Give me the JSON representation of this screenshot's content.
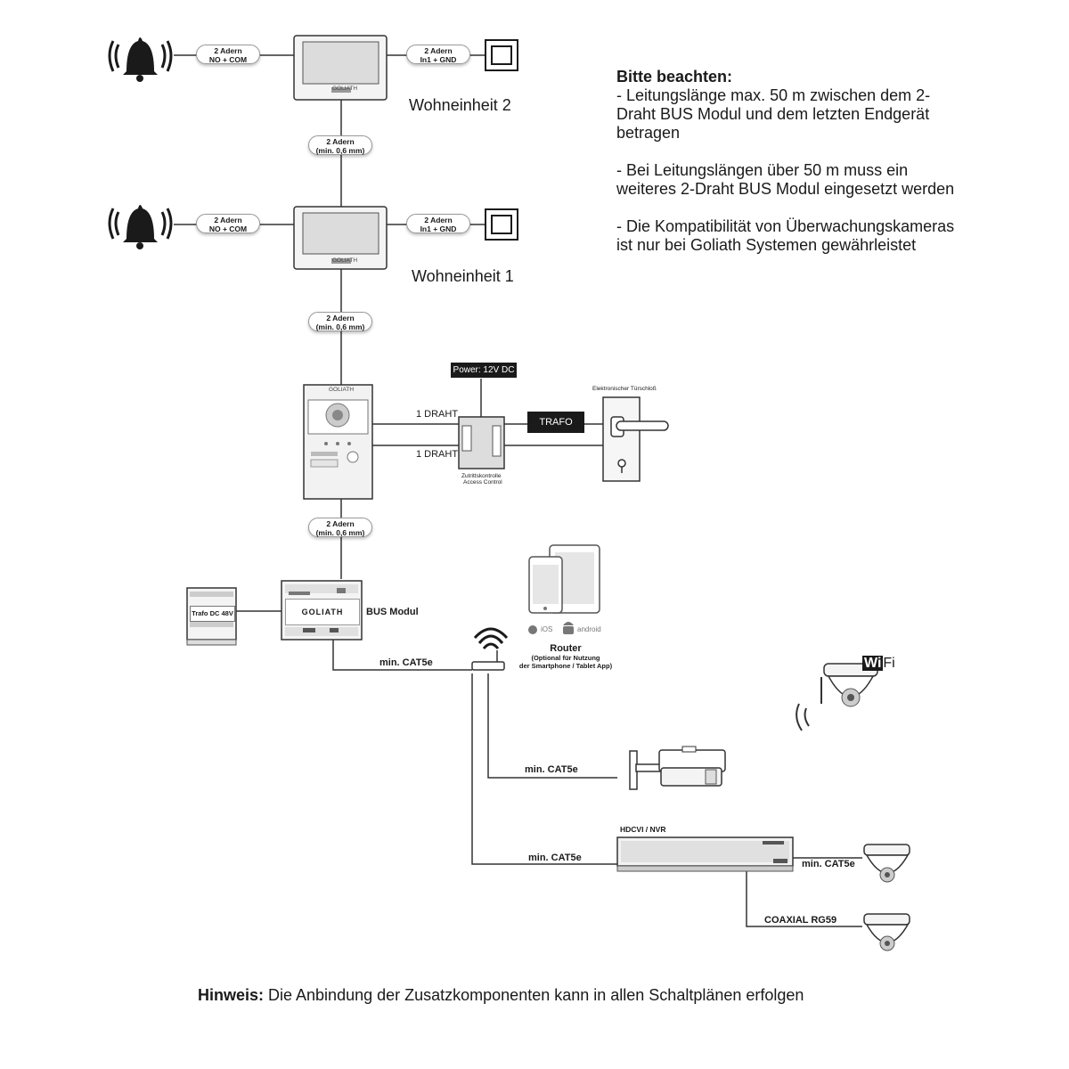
{
  "notes": {
    "heading": "Bitte beachten:",
    "items": [
      "- Leitungslänge max. 50 m zwischen dem 2-Draht BUS Modul und dem letzten Endgerät betragen",
      "- Bei Leitungslängen über 50 m muss ein weiteres 2-Draht BUS Modul eingesetzt werden",
      "- Die Kompatibilität von Überwachungskameras ist nur bei Goliath Systemen gewährleistet"
    ]
  },
  "units": {
    "unit2": "Wohneinheit 2",
    "unit1": "Wohneinheit 1"
  },
  "pills": {
    "bell2": [
      "2 Adern",
      "NO + COM"
    ],
    "in2": [
      "2 Adern",
      "In1 + GND"
    ],
    "bus_2_1": [
      "2 Adern",
      "(min. 0,6 mm)"
    ],
    "bell1": [
      "2 Adern",
      "NO + COM"
    ],
    "in1": [
      "2 Adern",
      "In1 + GND"
    ],
    "bus_1_door": [
      "2 Adern",
      "(min. 0,6 mm)"
    ],
    "bus_door_module": [
      "2 Adern",
      "(min. 0,6 mm)"
    ]
  },
  "access": {
    "power": "Power: 12V DC",
    "trafo": "TRAFO",
    "wire_top": "1 DRAHT",
    "wire_bottom": "1 DRAHT",
    "module_label_1": "Zutrittskontrolle",
    "module_label_2": "Access Control",
    "lock_label": "Elektronischer Türschloß"
  },
  "bus": {
    "trafo_label": "Trafo DC 48V",
    "module_label": "BUS Modul",
    "brand": "GOLIATH",
    "cable": "min. CAT5e"
  },
  "router": {
    "title": "Router",
    "subtitle_1": "(Optional für Nutzung",
    "subtitle_2": "der Smartphone / Tablet App)",
    "ios": "iOS",
    "android": "android"
  },
  "cameras": {
    "bullet_cable": "min. CAT5e",
    "nvr_label": "HDCVI / NVR",
    "nvr_cable": "min. CAT5e",
    "dome_cable": "min. CAT5e",
    "coax": "COAXIAL RG59",
    "wifi_wi": "Wi",
    "wifi_fi": "Fi"
  },
  "footer": {
    "label": "Hinweis:",
    "text": " Die Anbindung der Zusatzkomponenten kann in allen Schaltplänen erfolgen"
  },
  "colors": {
    "line": "#333333",
    "dark": "#1a1a1a",
    "panel": "#eeeeee"
  }
}
